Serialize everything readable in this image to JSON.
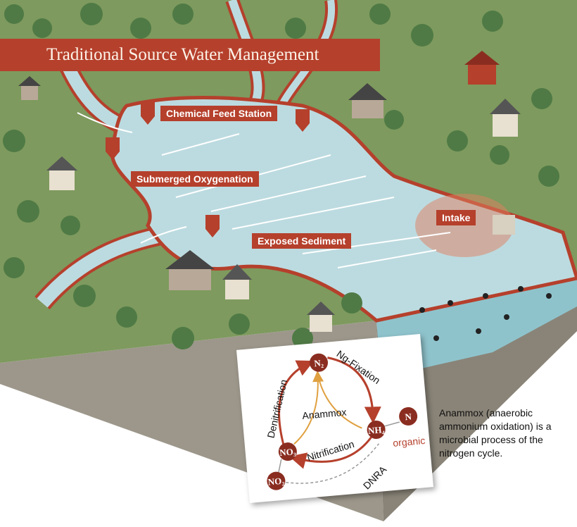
{
  "title": "Traditional Source Water Management",
  "labels": {
    "chemical_feed": "Chemical Feed Station",
    "oxygenation": "Submerged Oxygenation",
    "sediment": "Exposed Sediment",
    "intake": "Intake"
  },
  "cycle": {
    "molecules": {
      "n2": "N₂",
      "nh4": "NH₄",
      "no3": "NO₃",
      "no2": "NO₂",
      "norg": "N"
    },
    "organic": "organic",
    "processes": {
      "fixation": "Ng-Fixation",
      "denitrification": "Denitrification",
      "anammox": "Anammox",
      "nitrification": "Nitrification",
      "dnra": "DNRA"
    }
  },
  "caption": "Anammox (anaerobic ammonium oxidation) is a microbial process of the nitrogen cycle.",
  "colors": {
    "accent": "#b5402c",
    "water": "#bcdbe0",
    "grass": "#7e9a5e",
    "earth": "#9a9488"
  }
}
